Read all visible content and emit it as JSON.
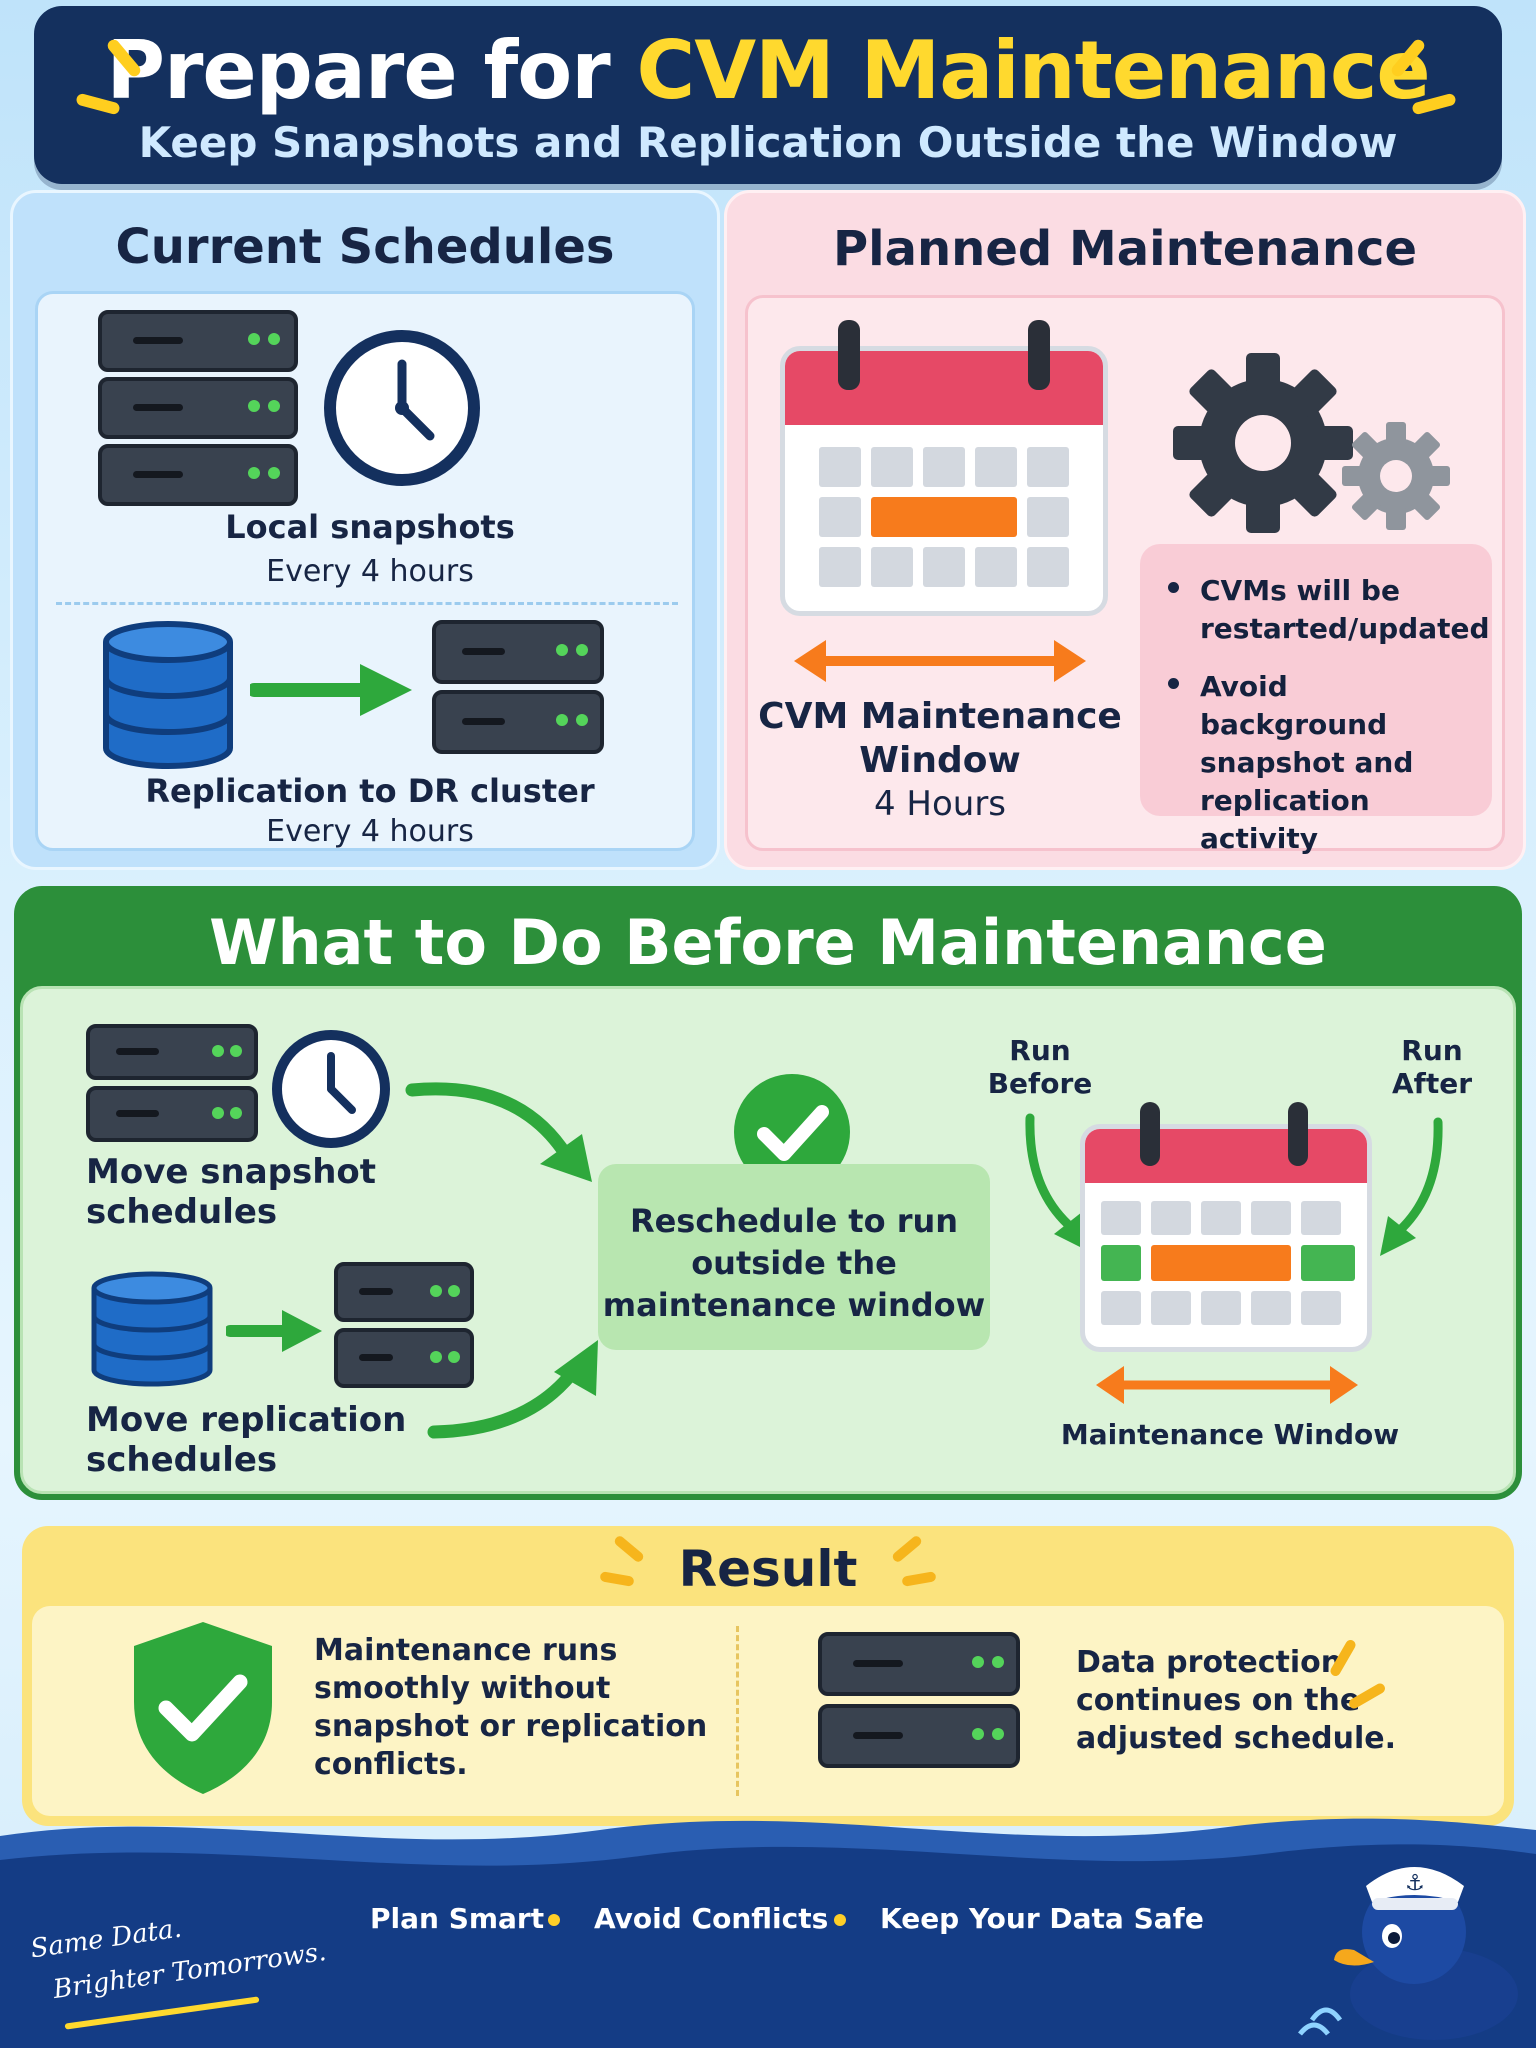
{
  "header": {
    "title_prefix": "Prepare for ",
    "title_highlight": "CVM Maintenance",
    "subtitle": "Keep Snapshots and Replication Outside the Window"
  },
  "current": {
    "title": "Current Schedules",
    "snapshots_label": "Local snapshots",
    "snapshots_freq": "Every 4 hours",
    "replication_label": "Replication to DR cluster",
    "replication_freq": "Every 4 hours"
  },
  "planned": {
    "title": "Planned Maintenance",
    "window_label_1": "CVM Maintenance",
    "window_label_2": "Window",
    "window_duration": "4 Hours",
    "bullets": [
      "CVMs will be restarted/updated",
      "Avoid background snapshot and replication activity"
    ]
  },
  "todo": {
    "title": "What to Do Before Maintenance",
    "move_snapshot_1": "Move snapshot",
    "move_snapshot_2": "schedules",
    "move_replication_1": "Move replication",
    "move_replication_2": "schedules",
    "reschedule_1": "Reschedule to run",
    "reschedule_2": "outside the",
    "reschedule_3": "maintenance window",
    "run_before_1": "Run",
    "run_before_2": "Before",
    "run_after_1": "Run",
    "run_after_2": "After",
    "window_label": "Maintenance Window"
  },
  "result": {
    "title": "Result",
    "left_lines": [
      "Maintenance runs",
      "smoothly without",
      "snapshot or replication",
      "conflicts."
    ],
    "right_lines": [
      "Data protection",
      "continues on the",
      "adjusted schedule."
    ]
  },
  "footer": {
    "tagline_1": "Same Data.",
    "tagline_2": "Brighter Tomorrows.",
    "items": [
      "Plan Smart",
      "Avoid Conflicts",
      "Keep Your Data Safe"
    ]
  },
  "colors": {
    "navy": "#14305e",
    "accent_yellow": "#ffd92e",
    "green": "#2c8f3a",
    "orange": "#f77b1c",
    "calendar_red": "#e64966"
  }
}
